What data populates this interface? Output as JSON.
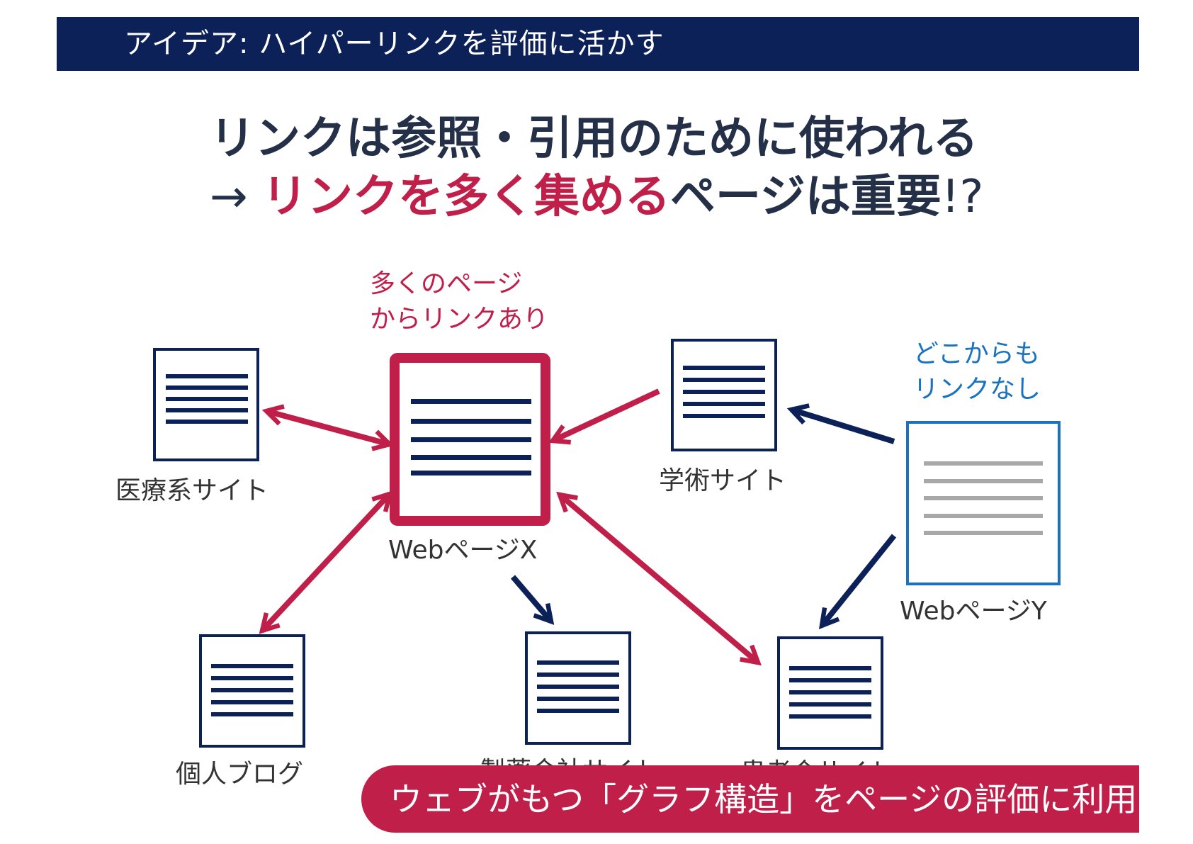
{
  "header": {
    "title": "アイデア: ハイパーリンクを評価に活かす"
  },
  "headline": {
    "line1": "リンクは参照・引用のために使われる",
    "arrow": "→ ",
    "emphasis": "リンクを多く集める",
    "rest": "ページは重要",
    "suffix": "!?"
  },
  "nodes": {
    "medical": {
      "label": "医療系サイト"
    },
    "webx": {
      "label": "WebページX"
    },
    "academic": {
      "label": "学術サイト"
    },
    "weby": {
      "label": "WebページY"
    },
    "blog": {
      "label": "個人ブログ"
    },
    "pharma": {
      "label": "製薬会社サイト"
    },
    "patient": {
      "label": "患者会サイト"
    }
  },
  "annotations": {
    "many_links_line1": "多くのページ",
    "many_links_line2": "からリンクあり",
    "no_links_line1": "どこからも",
    "no_links_line2": "リンクなし"
  },
  "banner": {
    "text": "ウェブがもつ「グラフ構造」をページの評価に利用"
  },
  "colors": {
    "navy": "#0c2157",
    "crimson": "#bf1f49",
    "blue": "#1a73c0",
    "gray": "#a8a8a8"
  }
}
